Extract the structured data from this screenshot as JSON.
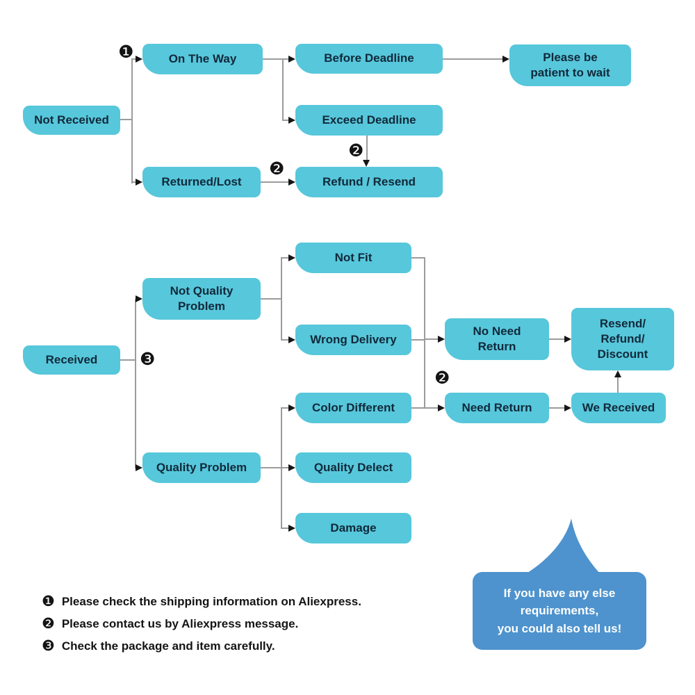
{
  "colors": {
    "node_fill": "#57c7db",
    "node_text": "#10293a",
    "connector": "#9b9b9b",
    "arrow": "#161616",
    "bubble_fill": "#4e93cd",
    "bubble_text": "#ffffff",
    "background": "#ffffff"
  },
  "nodes": {
    "not_received": "Not Received",
    "on_the_way": "On The Way",
    "before_deadline": "Before Deadline",
    "please_be_patient": "Please be\npatient to wait",
    "exceed_deadline": "Exceed Deadline",
    "returned_lost": "Returned/Lost",
    "refund_resend": "Refund / Resend",
    "received": "Received",
    "not_quality_problem": "Not Quality\nProblem",
    "quality_problem": "Quality Problem",
    "not_fit": "Not Fit",
    "wrong_delivery": "Wrong Delivery",
    "color_different": "Color Different",
    "quality_delect": "Quality Delect",
    "damage": "Damage",
    "no_need_return": "No Need\nReturn",
    "need_return": "Need Return",
    "resend_refund_discount": "Resend/\nRefund/\nDiscount",
    "we_received": "We Received"
  },
  "badges": {
    "one": "❶",
    "two": "❷",
    "three": "❸"
  },
  "legend": [
    {
      "badge": "❶",
      "text": "Please check the shipping information on Aliexpress."
    },
    {
      "badge": "❷",
      "text": "Please contact us by Aliexpress message."
    },
    {
      "badge": "❸",
      "text": "Check the package and item carefully."
    }
  ],
  "bubble": {
    "text": "If you have any else\nrequirements,\nyou could also tell us!"
  },
  "edges": [
    [
      "Not Received",
      "On The Way"
    ],
    [
      "Not Received",
      "Returned/Lost"
    ],
    [
      "On The Way",
      "Before Deadline"
    ],
    [
      "On The Way",
      "Exceed Deadline"
    ],
    [
      "Before Deadline",
      "Please be patient to wait"
    ],
    [
      "Exceed Deadline",
      "Refund / Resend"
    ],
    [
      "Returned/Lost",
      "Refund / Resend"
    ],
    [
      "Received",
      "Not Quality Problem"
    ],
    [
      "Received",
      "Quality Problem"
    ],
    [
      "Not Quality Problem",
      "Not Fit"
    ],
    [
      "Not Quality Problem",
      "Wrong Delivery"
    ],
    [
      "Quality Problem",
      "Color Different"
    ],
    [
      "Quality Problem",
      "Quality Delect"
    ],
    [
      "Quality Problem",
      "Damage"
    ],
    [
      "Not Fit",
      "No Need Return / Need Return"
    ],
    [
      "Wrong Delivery",
      "No Need Return / Need Return"
    ],
    [
      "Color Different",
      "No Need Return / Need Return"
    ],
    [
      "No Need Return",
      "Resend/Refund/Discount"
    ],
    [
      "Need Return",
      "We Received"
    ],
    [
      "We Received",
      "Resend/Refund/Discount"
    ]
  ]
}
